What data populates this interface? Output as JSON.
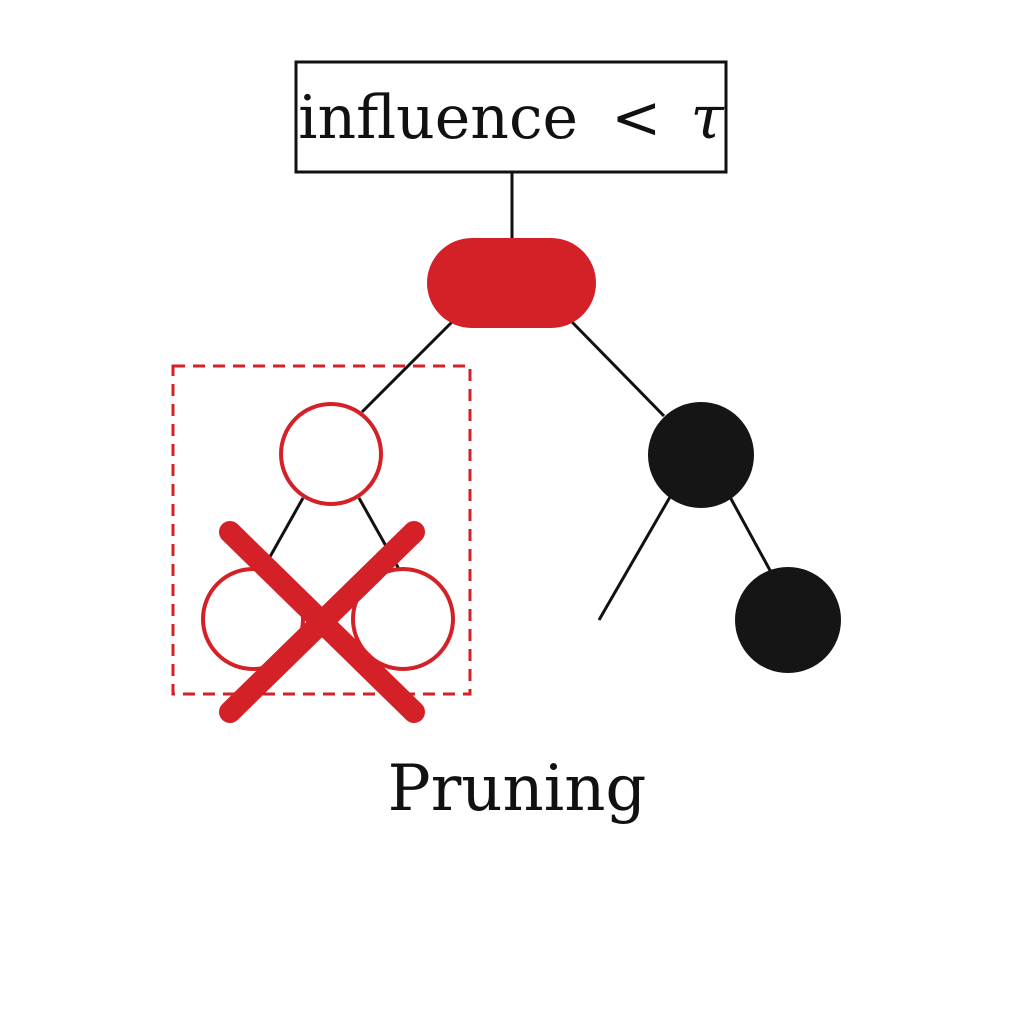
{
  "condition": {
    "label": "influence",
    "operator": "<",
    "threshold_symbol": "τ"
  },
  "caption": "Pruning",
  "colors": {
    "accent_red": "#d42127",
    "node_black": "#151515",
    "line_black": "#111111",
    "background": "#ffffff"
  },
  "nodes": {
    "root": {
      "kind": "pill",
      "fill": "accent_red"
    },
    "pruned_children": {
      "kind": "hollow-circle",
      "stroke": "accent_red",
      "count": 3
    },
    "kept_children": {
      "kind": "filled-circle",
      "fill": "node_black",
      "count": 2
    }
  },
  "pruned_region": {
    "border": "dashed",
    "marked_with": "cross-mark"
  }
}
